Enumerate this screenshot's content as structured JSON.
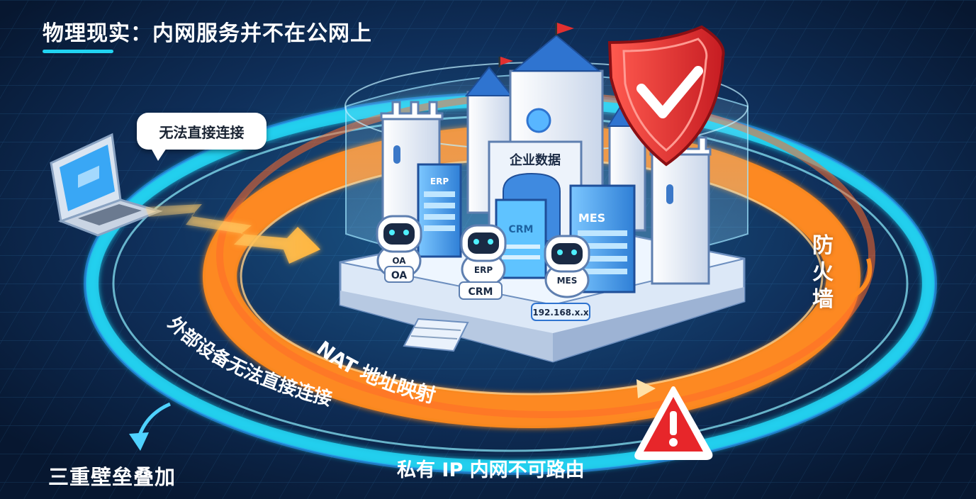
{
  "title": "物理现实：内网服务并不在公网上",
  "bubble": "无法直接连接",
  "outer_ring_text": "外部设备无法直接连接",
  "firewall_label": "防火墙",
  "nat_label": "NAT 地址映射",
  "private_ip_label": "私有 IP 内网不可路由",
  "bottom_label": "三重壁垒叠加",
  "castle": {
    "banner": "企业数据",
    "servers": [
      "ERP",
      "CRM",
      "MES"
    ]
  },
  "robots": [
    {
      "face": "OA",
      "tag": "OA"
    },
    {
      "face": "ERP",
      "tag": "CRM"
    },
    {
      "face": "MES",
      "tag": "192.168.x.x"
    }
  ],
  "colors": {
    "background": "#0b2142",
    "outer_ring": "#21d4f2",
    "nat_ring": "#ff8a1f",
    "private_ring": "#2a8ff0",
    "shield": "#e23030",
    "warning": "#e7262a",
    "arrow": "#ffb640"
  }
}
